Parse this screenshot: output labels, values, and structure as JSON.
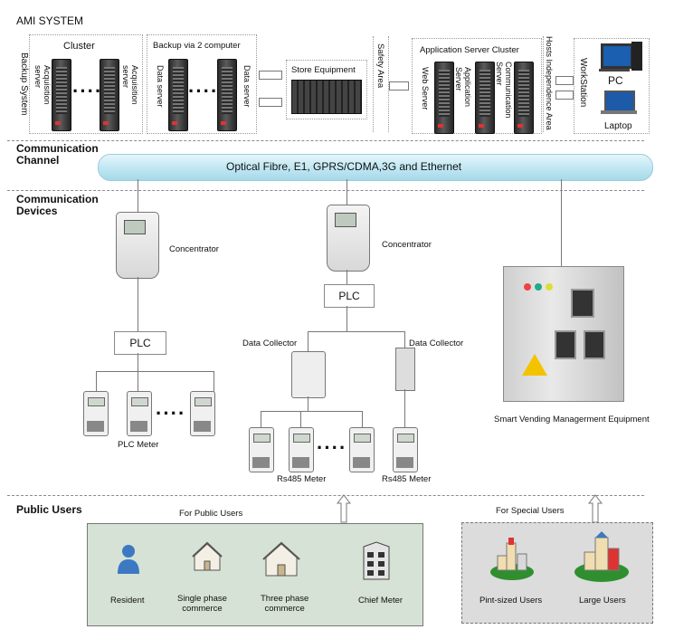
{
  "system_title": "AMI SYSTEM",
  "sections": {
    "comm_channel": "Communication\nChannel",
    "comm_devices": "Communication\nDevices",
    "public_users": "Public Users"
  },
  "top": {
    "backup_system": "Backup System",
    "cluster_title": "Cluster",
    "acq_server_left": "Acquisition\nserver",
    "acq_server_right": "Acquisition\nserver",
    "backup_title": "Backup via 2 computer",
    "data_server_left": "Data server",
    "data_server_right": "Data server",
    "store_equipment": "Store Equipment",
    "safety_area": "Safety Area",
    "app_cluster_title": "Application Server Cluster",
    "web_server": "Web Server",
    "application_server": "Application\nServer",
    "communication_server": "Communication\nServer",
    "hosts_area": "Hosts Independence Area",
    "workstation": "WorkStation",
    "pc": "PC",
    "laptop": "Laptop"
  },
  "channel_text": "Optical  Fibre, E1, GPRS/CDMA,3G and Ethernet",
  "devices": {
    "concentrator_left": "Concentrator",
    "concentrator_mid": "Concentrator",
    "plc_left": "PLC",
    "plc_mid": "PLC",
    "data_collector_left": "Data Collector",
    "data_collector_right": "Data Collector",
    "plc_meter": "PLC Meter",
    "rs485_left": "Rs485 Meter",
    "rs485_right": "Rs485 Meter",
    "vending_label": "Smart Vending Managerment Equipment"
  },
  "users": {
    "for_public": "For Public Users",
    "for_special": "For Special Users",
    "resident": "Resident",
    "single_phase": "Single phase\ncommerce",
    "three_phase": "Three phase\ncommerce",
    "chief_meter": "Chief Meter",
    "pint_sized": "Pint-sized Users",
    "large_users": "Large Users"
  },
  "colors": {
    "channel_pipe": "#bfe6f2",
    "public_panel": "#d5e2d5",
    "special_panel": "#dcdcdc",
    "resident_icon": "#3d78c2"
  }
}
